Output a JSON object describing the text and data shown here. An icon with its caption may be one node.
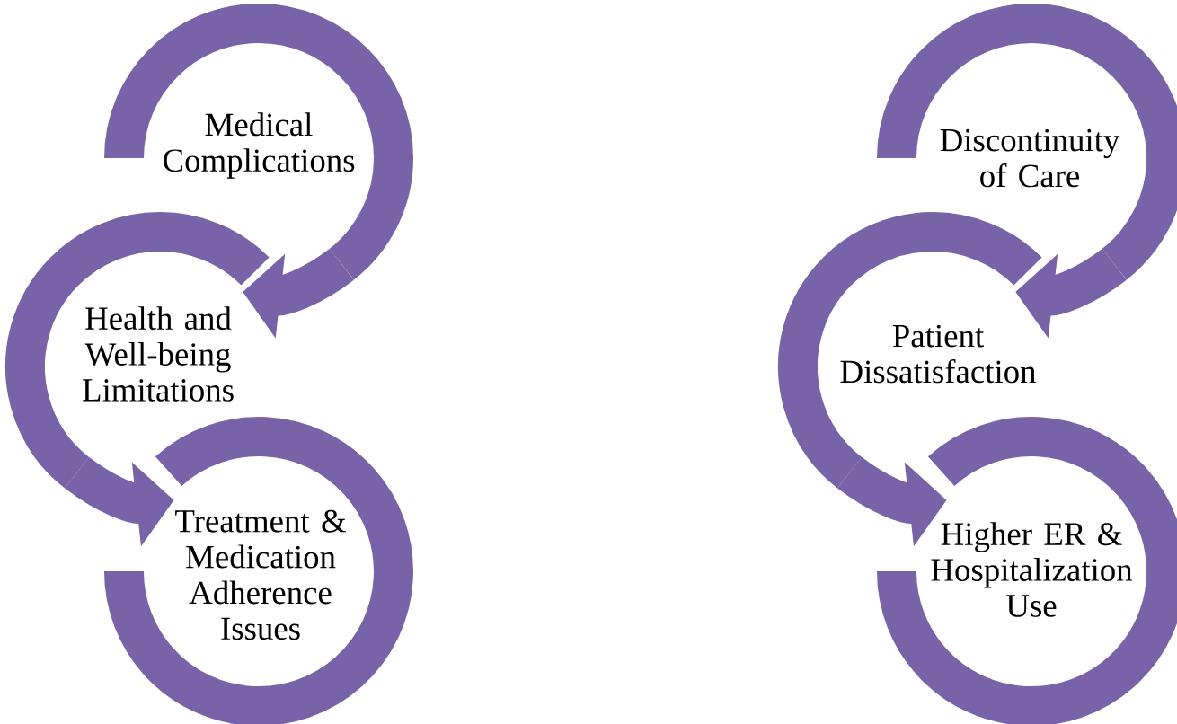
{
  "diagram": {
    "nodes": [
      {
        "text": [
          "Medical Complications"
        ]
      },
      {
        "text": [
          "Health and Well-being Limitations"
        ]
      },
      {
        "text": [
          "Treatment & Medication Adherence Issues"
        ]
      },
      {
        "text": [
          "Discontinuity of Care"
        ]
      },
      {
        "text": [
          "Patient Dissatisfaction"
        ]
      },
      {
        "text": [
          "Higher ER & Hospitalization Use"
        ]
      }
    ],
    "edges": [
      {
        "from": 0,
        "to": 1,
        "arrow": "to"
      },
      {
        "from": 1,
        "to": 2,
        "arrow": "to"
      },
      {
        "from": 3,
        "to": 4,
        "arrow": "to"
      },
      {
        "from": 4,
        "to": 5,
        "arrow": "to"
      }
    ]
  }
}
